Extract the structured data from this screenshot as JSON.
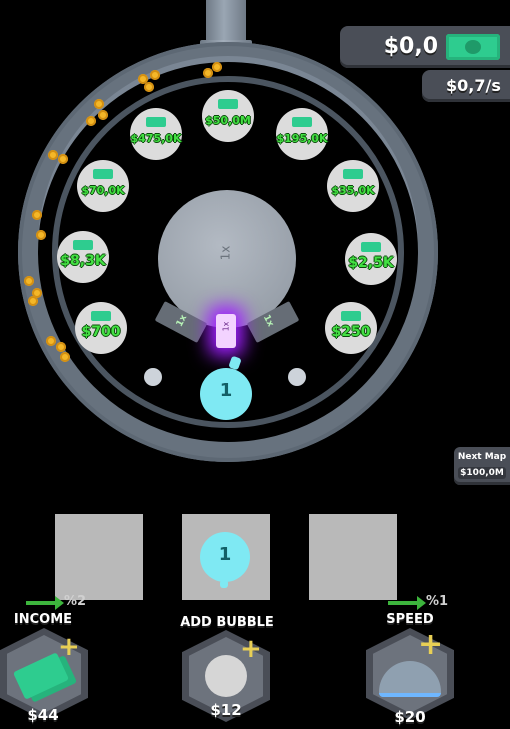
{
  "hud": {
    "money": "$0,0",
    "money_icon": "cash-bill-icon",
    "rate": "$0,7/s",
    "next_map_title": "Next Map",
    "next_map_price": "$100,0M"
  },
  "board": {
    "slots": [
      {
        "label": "$50,0M"
      },
      {
        "label": "$195,0K"
      },
      {
        "label": "$35,0K"
      },
      {
        "label": "$2,5K"
      },
      {
        "label": "$250"
      },
      {
        "label": "$475,0K"
      },
      {
        "label": "$70,0K"
      },
      {
        "label": "$8,3K"
      },
      {
        "label": "$700"
      }
    ],
    "chute_left": "1x",
    "chute_right": "1x",
    "center_mark": "1x",
    "glow_card": "1x",
    "active_bubble": "1"
  },
  "inventory": {
    "slots": [
      "",
      "1",
      ""
    ]
  },
  "buttons": {
    "income": {
      "title": "INCOME",
      "price": "$44",
      "bonus": "%2"
    },
    "add_bubble": {
      "title": "ADD BUBBLE",
      "price": "$12"
    },
    "speed": {
      "title": "SPEED",
      "price": "$20",
      "bonus": "%1"
    }
  },
  "colors": {
    "panel": "#4a4e57",
    "ring": "#7a8694",
    "slot_text": "#43e043",
    "bubble": "#7fe9f3",
    "coin": "#f4b728",
    "plus": "#e8cf55"
  }
}
